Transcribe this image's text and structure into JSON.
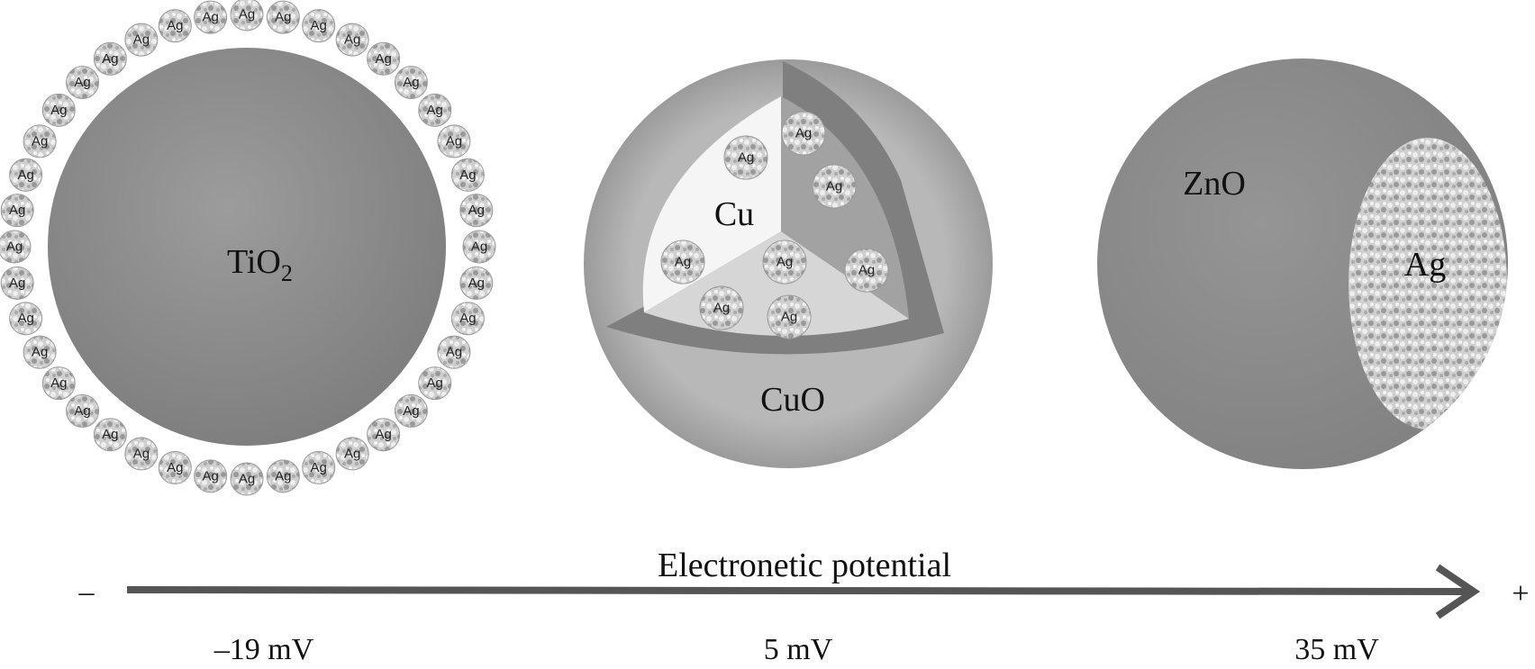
{
  "particles": {
    "tio2": {
      "label": "TiO",
      "subscript": "2",
      "shell_label": "Ag",
      "shell_count": 40
    },
    "cuo": {
      "core_label": "Cu",
      "shell_label": "CuO",
      "inclusion_label": "Ag",
      "inclusion_count": 8
    },
    "zno": {
      "label": "ZnO",
      "patch_label": "Ag"
    }
  },
  "axis": {
    "title": "Electronetic potential",
    "minus": "–",
    "plus": "+",
    "values": [
      "–19 mV",
      "5 mV",
      "35 mV"
    ]
  },
  "colors": {
    "sphere": "#8a8a8a",
    "ag_particle": "#b5b5b5",
    "arrow": "#555555"
  }
}
